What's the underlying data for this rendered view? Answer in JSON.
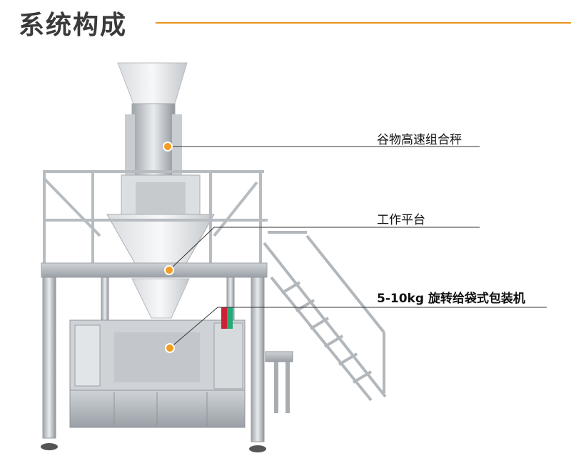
{
  "header": {
    "title": "系统构成",
    "accent_color": "#e8961e"
  },
  "callouts": [
    {
      "label": "谷物高速组合秤"
    },
    {
      "label": "工作平台"
    },
    {
      "label": "5-10kg 旋转给袋式包装机"
    }
  ],
  "marker_color": "#f39c1f"
}
